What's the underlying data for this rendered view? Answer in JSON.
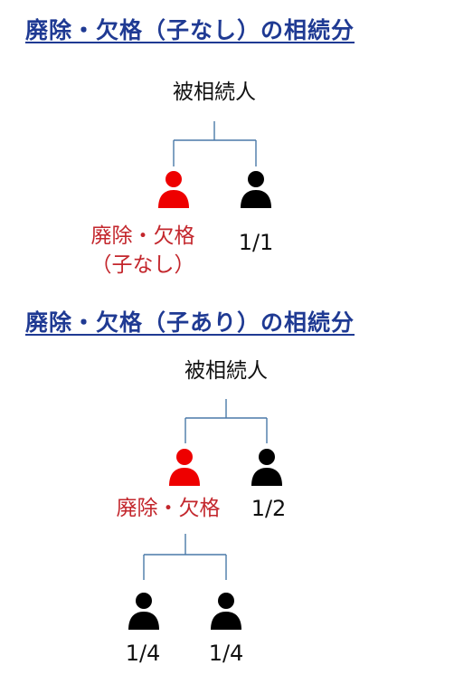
{
  "section1": {
    "heading": "廃除・欠格（子なし）の相続分",
    "decedent_label": "被相続人",
    "excluded_label_line1": "廃除・欠格",
    "excluded_label_line2": "（子なし）",
    "heir_share": "1/1"
  },
  "section2": {
    "heading": "廃除・欠格（子あり）の相続分",
    "decedent_label": "被相続人",
    "excluded_label": "廃除・欠格",
    "heir_share": "1/2",
    "grandchild1_share": "1/4",
    "grandchild2_share": "1/4"
  },
  "colors": {
    "heading": "#1f3a93",
    "excluded_person": "#ee0000",
    "person": "#000000",
    "excluded_text": "#c3262c",
    "connector": "#4a79a8"
  },
  "icons": {
    "person": "person-icon"
  }
}
